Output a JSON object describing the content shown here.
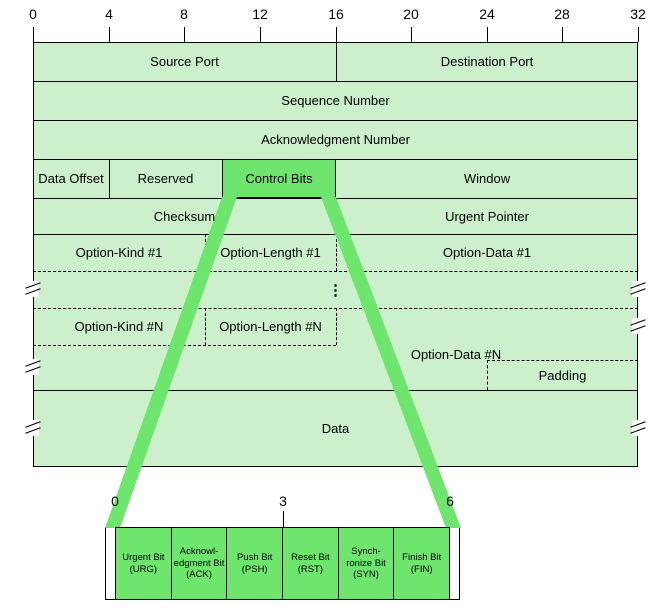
{
  "colors": {
    "cell_fill": "#ccefcc",
    "highlight_fill": "#6ee66e",
    "border": "#000000",
    "background": "#ffffff"
  },
  "main_ruler": {
    "labels": [
      "0",
      "4",
      "8",
      "12",
      "16",
      "20",
      "24",
      "28",
      "32"
    ]
  },
  "fields": {
    "source_port": "Source Port",
    "destination_port": "Destination Port",
    "sequence_number": "Sequence Number",
    "acknowledgment_number": "Acknowledgment Number",
    "data_offset": "Data Offset",
    "reserved": "Reserved",
    "control_bits": "Control Bits",
    "window": "Window",
    "checksum": "Checksum",
    "urgent_pointer": "Urgent Pointer",
    "option_kind_1": "Option-Kind #1",
    "option_length_1": "Option-Length #1",
    "option_data_1": "Option-Data #1",
    "ellipsis": "⋮",
    "option_kind_n": "Option-Kind #N",
    "option_length_n": "Option-Length #N",
    "option_data_n": "Option-Data #N",
    "padding": "Padding",
    "data": "Data"
  },
  "control_bits_detail": {
    "ruler": [
      "0",
      "3",
      "6"
    ],
    "cells": [
      "Urgent Bit (URG)",
      "Acknowl-edgment Bit (ACK)",
      "Push Bit (PSH)",
      "Reset Bit (RST)",
      "Synch-ronize Bit (SYN)",
      "Finish Bit (FIN)"
    ]
  }
}
